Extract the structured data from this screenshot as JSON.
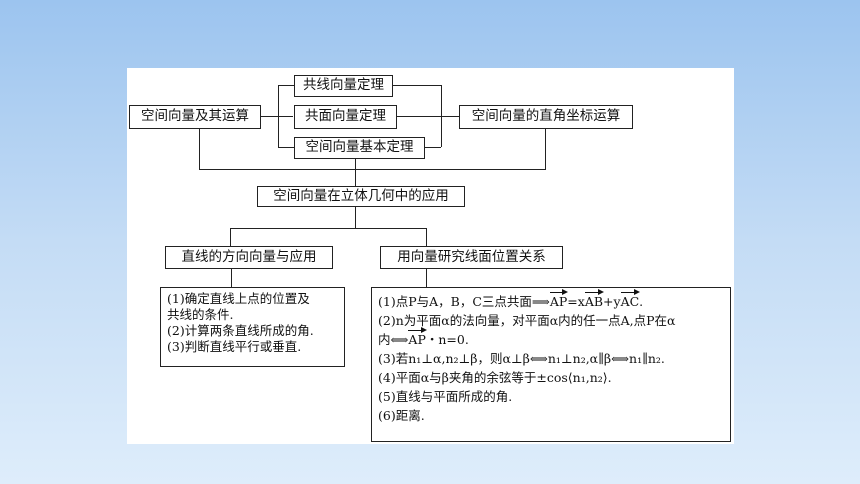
{
  "boxes": {
    "collinear": "共线向量定理",
    "coplanar": "共面向量定理",
    "basic": "空间向量基本定理",
    "operations": "空间向量及其运算",
    "coordinates": "空间向量的直角坐标运算",
    "application": "空间向量在立体几何中的应用",
    "direction": "直线的方向向量与应用",
    "line_plane": "用向量研究线面位置关系"
  },
  "left_panel": [
    "(1)确定直线上点的位置及",
    "共线的条件.",
    "(2)计算两条直线所成的角.",
    "(3)判断直线平行或垂直."
  ],
  "right_panel": {
    "l1": "(1)点P与A，B，C三点共面⟹AP=xAB+yAC.",
    "l2": "(2)n为平面α的法向量，对平面α内的任一点A,点P在α",
    "l3": "内⟺AP・n=0.",
    "l4": "(3)若n₁⊥α,n₂⊥β，则α⊥β⟺n₁⊥n₂,α∥β⟺n₁∥n₂.",
    "l5": "(4)平面α与β夹角的余弦等于±cos⟨n₁,n₂⟩.",
    "l6": "(5)直线与平面所成的角.",
    "l7": "(6)距离."
  }
}
